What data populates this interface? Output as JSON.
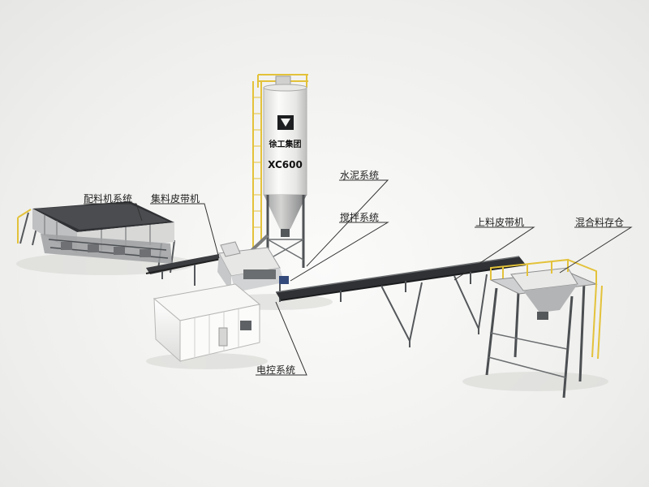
{
  "labels": {
    "batcher": "配料机系统",
    "collector_belt": "集料皮带机",
    "cement": "水泥系统",
    "mixer": "搅拌系统",
    "feed_belt": "上料皮带机",
    "storage": "混合料存仓",
    "control": "电控系统"
  },
  "silo": {
    "brand": "徐工集团",
    "model": "XC600"
  },
  "colors": {
    "steel": "#6b6e70",
    "accent_yellow": "#e3c23a",
    "silo_body": "#f2f2f0",
    "dark": "#2e3033",
    "building": "#f6f6f4"
  }
}
